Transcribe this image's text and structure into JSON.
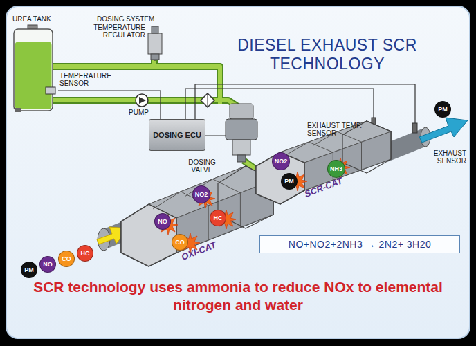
{
  "diagram": {
    "title": "DIESEL EXHAUST SCR TECHNOLOGY",
    "caption": "SCR technology uses ammonia to reduce NOx to elemental nitrogen and water",
    "nodes": [
      {
        "text": [
          "UREA TANK"
        ]
      },
      {
        "text": [
          "DOSING ECU"
        ]
      },
      {
        "text": [
          "PM"
        ]
      },
      {
        "text": [
          "NO"
        ]
      },
      {
        "text": [
          "CO"
        ]
      },
      {
        "text": [
          "HC"
        ]
      },
      {
        "text": [
          "OXI-CAT"
        ]
      },
      {
        "text": [
          "NO"
        ],
        "in": 6
      },
      {
        "text": [
          "NO2"
        ],
        "in": 6
      },
      {
        "text": [
          "HC"
        ],
        "in": 6
      },
      {
        "text": [
          "CO"
        ],
        "in": 6
      },
      {
        "text": [
          "SCR-CAT"
        ]
      },
      {
        "text": [
          "NO2"
        ],
        "in": 11
      },
      {
        "text": [
          "PM"
        ],
        "in": 11
      },
      {
        "text": [
          "NH3"
        ],
        "in": 11
      },
      {
        "text": [
          "PM"
        ]
      },
      {
        "text": [
          "NO+NO2+2NH3 → 2N2+ 3H20"
        ]
      }
    ],
    "edges": [
      {
        "from": 0,
        "to": 1,
        "arrow": "none"
      }
    ],
    "labels": [
      "DOSING SYSTEM",
      "TEMPERATURE REGULATOR",
      "TEMPERATURE SENSOR",
      "PUMP",
      "DOSING VALVE",
      "EXHAUST TEMP. SENSOR",
      "EXHAUST SENSOR"
    ]
  }
}
